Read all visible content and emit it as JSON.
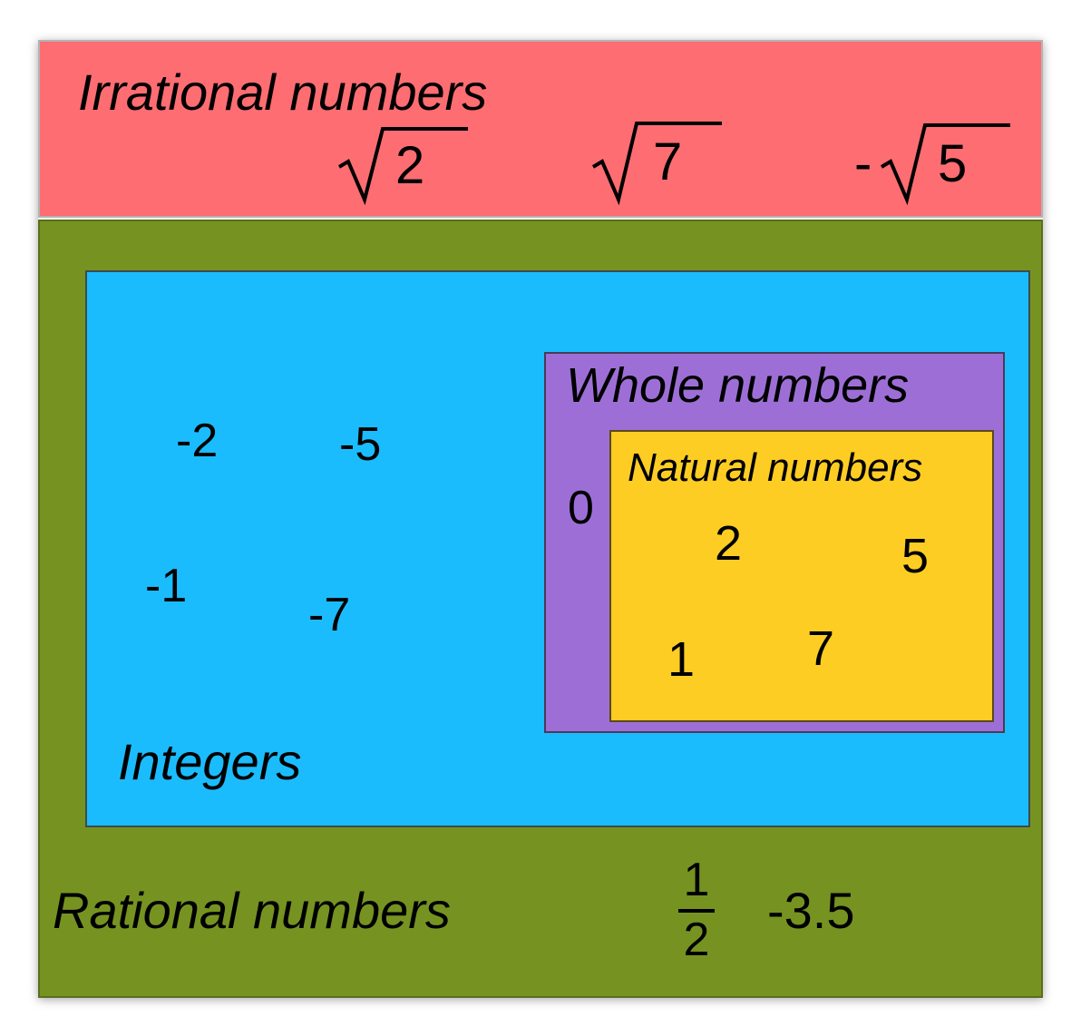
{
  "irrational": {
    "label": "Irrational numbers",
    "examples": [
      {
        "prefix": "",
        "radicand": "2"
      },
      {
        "prefix": "",
        "radicand": "7"
      },
      {
        "prefix": "-",
        "radicand": "5"
      }
    ]
  },
  "rational": {
    "label": "Rational numbers",
    "fraction": {
      "numerator": "1",
      "denominator": "2"
    },
    "decimal": "-3.5"
  },
  "integers": {
    "label": "Integers",
    "examples": [
      "-2",
      "-5",
      "-1",
      "-7"
    ]
  },
  "whole": {
    "label": "Whole numbers",
    "examples": [
      "0"
    ]
  },
  "natural": {
    "label": "Natural numbers",
    "examples": [
      "2",
      "5",
      "1",
      "7"
    ]
  },
  "colors": {
    "irrational": "#fd6d72",
    "rational": "#769321",
    "integers": "#1bbcfd",
    "whole": "#9d6fd6",
    "natural": "#fecd23"
  }
}
